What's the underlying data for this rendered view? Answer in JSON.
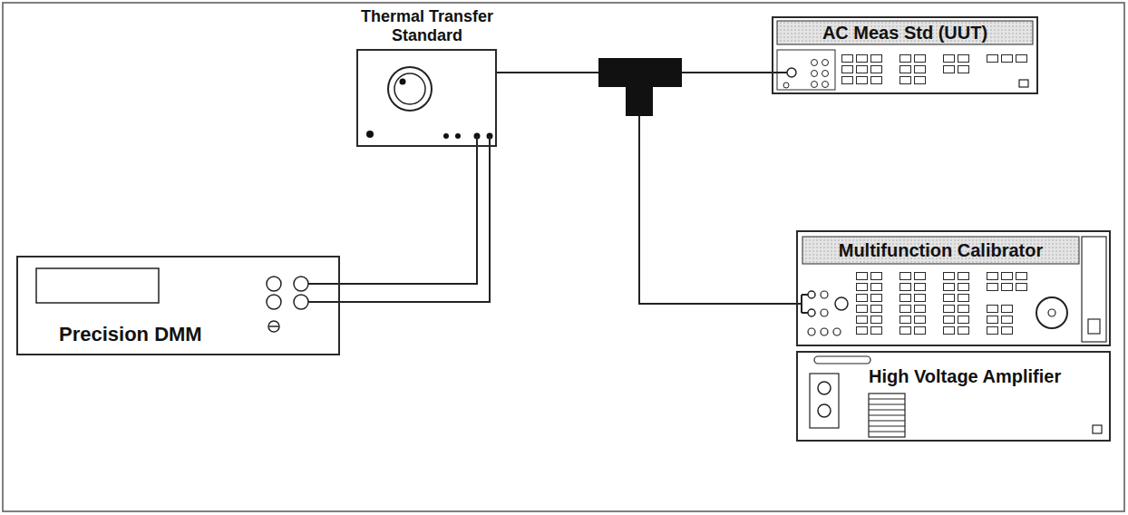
{
  "diagram": {
    "nodes": [
      {
        "text": [
          "Thermal Transfer Standard"
        ]
      },
      {
        "text": [
          "AC Meas Std (UUT)"
        ]
      },
      {
        "text": [
          "Precision DMM"
        ]
      },
      {
        "text": [
          "Multifunction Calibrator"
        ]
      },
      {
        "text": [
          "High Voltage Amplifier"
        ]
      }
    ],
    "edges": [
      {
        "from": 2,
        "to": 0,
        "arrow": "none"
      },
      {
        "from": 3,
        "to": 0,
        "arrow": "none"
      },
      {
        "from": 3,
        "to": 1,
        "arrow": "none"
      }
    ]
  }
}
